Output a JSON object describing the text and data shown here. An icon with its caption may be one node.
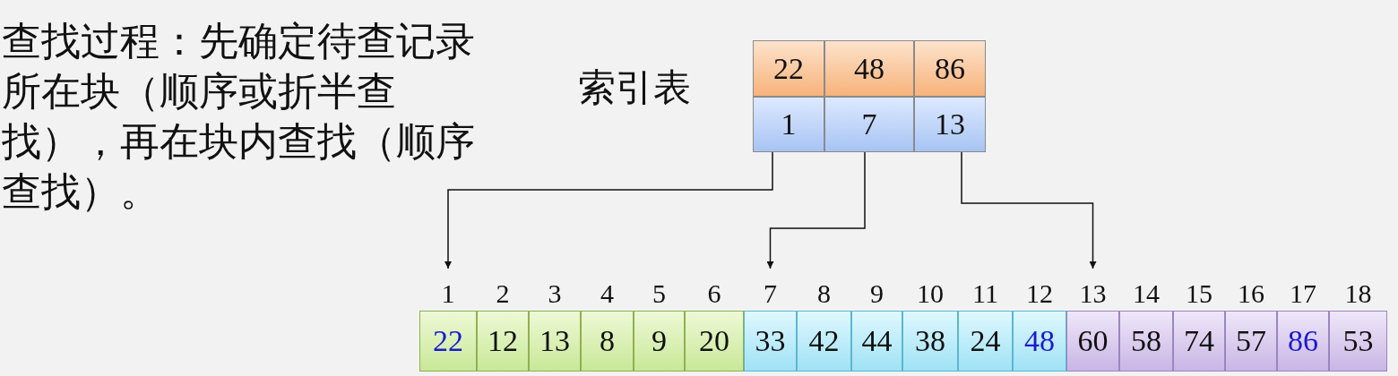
{
  "diagram": {
    "nodes": [
      {
        "text": [
          "22"
        ]
      },
      {
        "text": [
          "48"
        ]
      },
      {
        "text": [
          "86"
        ]
      },
      {
        "text": [
          "1"
        ]
      },
      {
        "text": [
          "7"
        ]
      },
      {
        "text": [
          "13"
        ]
      },
      {
        "text": [
          "1"
        ]
      },
      {
        "text": [
          "2"
        ]
      },
      {
        "text": [
          "3"
        ]
      },
      {
        "text": [
          "4"
        ]
      },
      {
        "text": [
          "5"
        ]
      },
      {
        "text": [
          "6"
        ]
      },
      {
        "text": [
          "7"
        ]
      },
      {
        "text": [
          "8"
        ]
      },
      {
        "text": [
          "9"
        ]
      },
      {
        "text": [
          "10"
        ]
      },
      {
        "text": [
          "11"
        ]
      },
      {
        "text": [
          "12"
        ]
      },
      {
        "text": [
          "13"
        ]
      },
      {
        "text": [
          "14"
        ]
      },
      {
        "text": [
          "15"
        ]
      },
      {
        "text": [
          "16"
        ]
      },
      {
        "text": [
          "17"
        ]
      },
      {
        "text": [
          "18"
        ]
      },
      {
        "text": [
          "22"
        ]
      },
      {
        "text": [
          "12"
        ]
      },
      {
        "text": [
          "13"
        ]
      },
      {
        "text": [
          "8"
        ]
      },
      {
        "text": [
          "9"
        ]
      },
      {
        "text": [
          "20"
        ]
      },
      {
        "text": [
          "33"
        ]
      },
      {
        "text": [
          "42"
        ]
      },
      {
        "text": [
          "44"
        ]
      },
      {
        "text": [
          "38"
        ]
      },
      {
        "text": [
          "24"
        ]
      },
      {
        "text": [
          "48"
        ]
      },
      {
        "text": [
          "60"
        ]
      },
      {
        "text": [
          "58"
        ]
      },
      {
        "text": [
          "74"
        ]
      },
      {
        "text": [
          "57"
        ]
      },
      {
        "text": [
          "86"
        ]
      },
      {
        "text": [
          "53"
        ]
      }
    ],
    "edges": [
      {
        "from": 3,
        "to": 6,
        "arrow": "to"
      },
      {
        "from": 4,
        "to": 12,
        "arrow": "to"
      },
      {
        "from": 5,
        "to": 18,
        "arrow": "to"
      }
    ],
    "labels": [
      "查找过程：先确定待查记录所在块（顺序或折半查找），再在块内查找（顺序查找）。",
      "索引表"
    ]
  }
}
